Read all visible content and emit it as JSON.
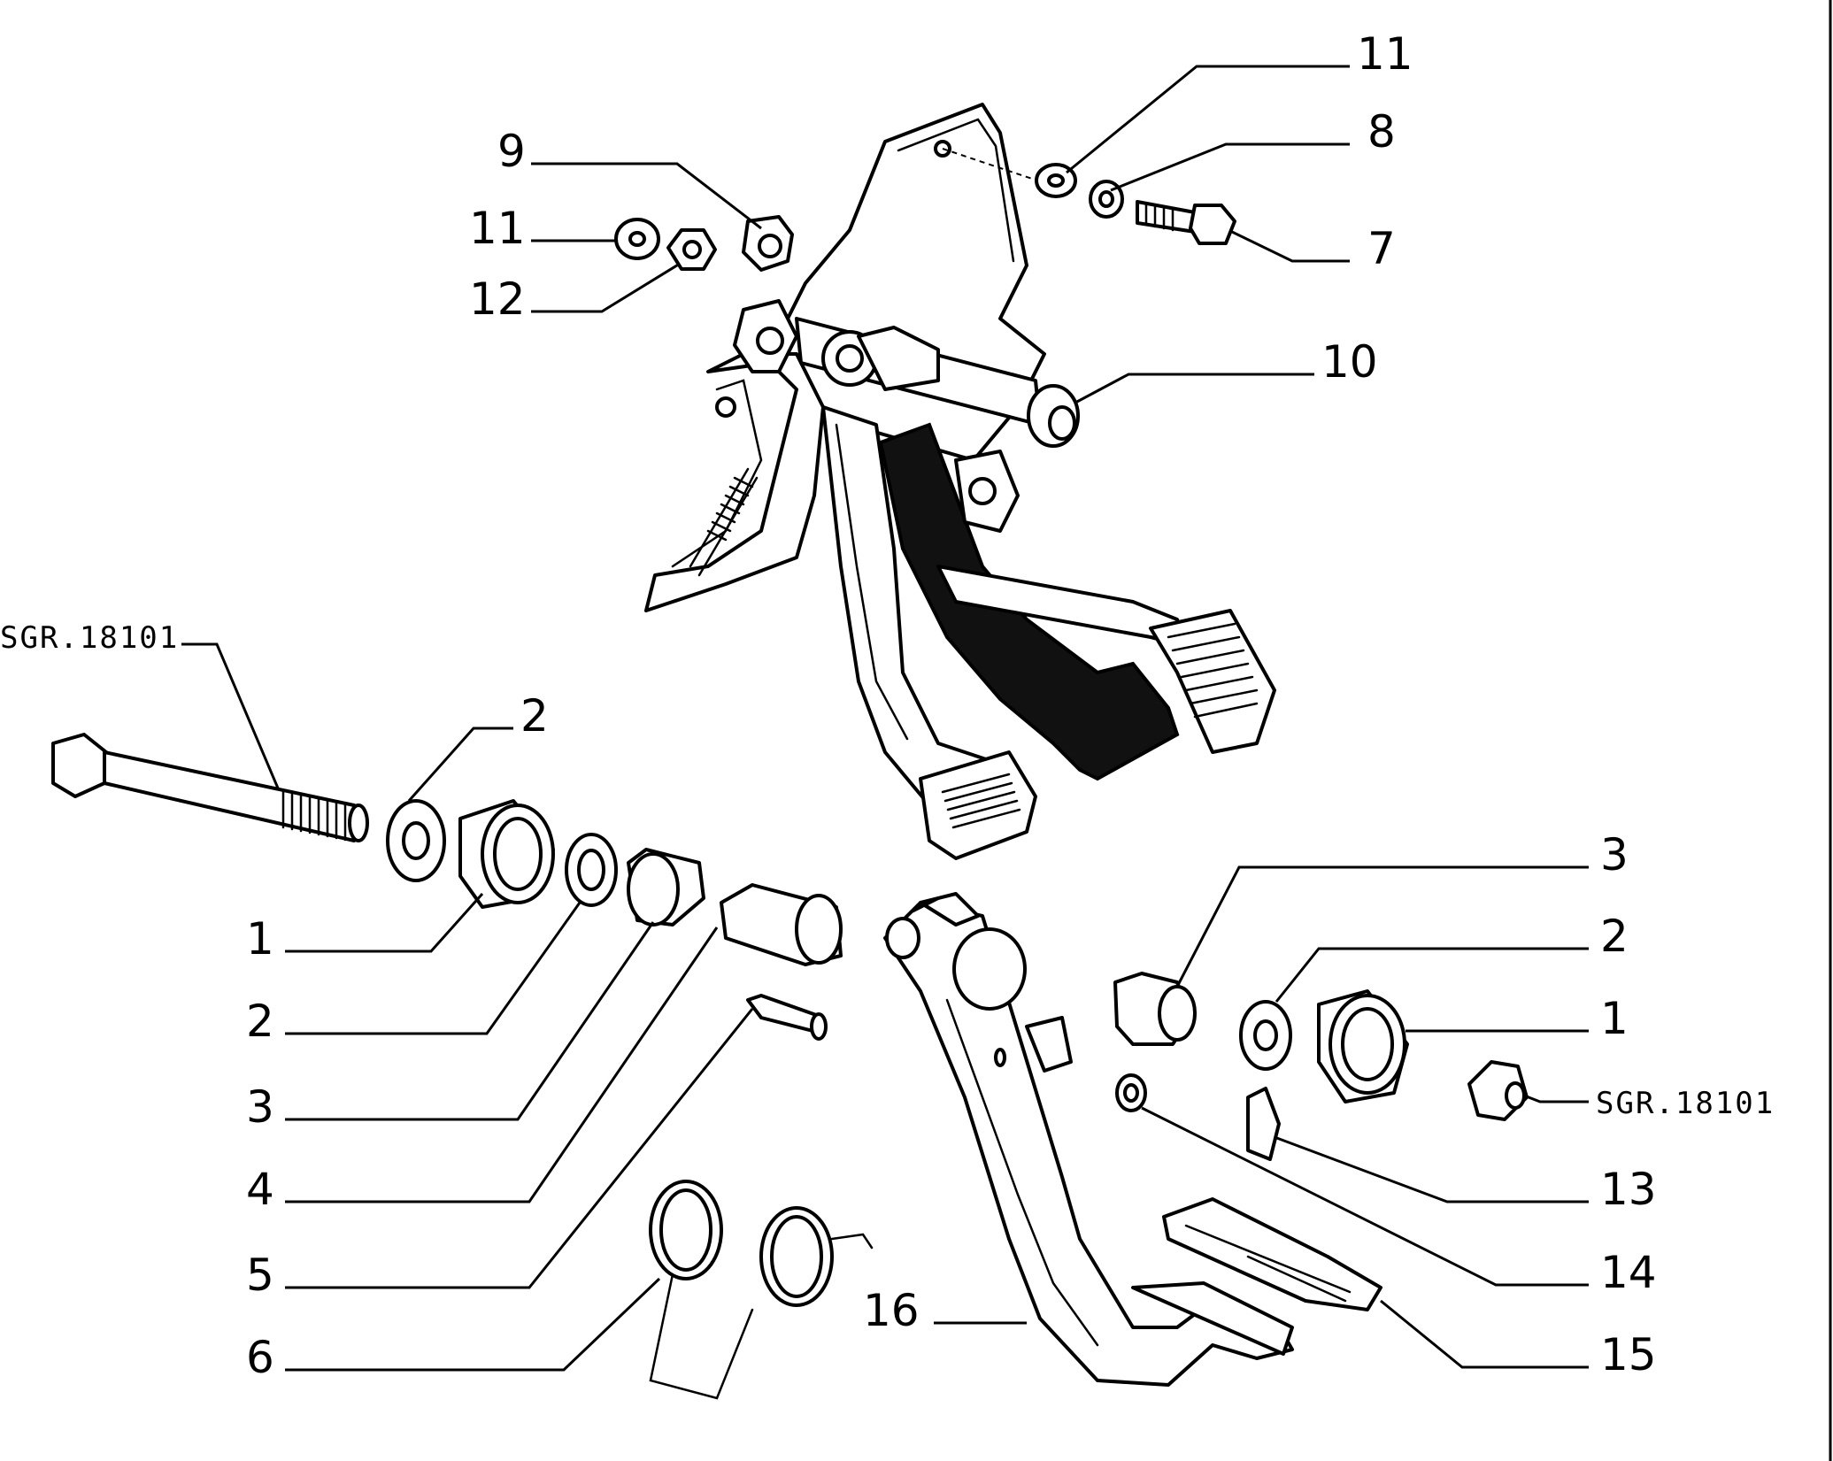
{
  "diagram": {
    "labels": [
      {
        "id": "l-11-top",
        "text": "11"
      },
      {
        "id": "l-8",
        "text": "8"
      },
      {
        "id": "l-7",
        "text": "7"
      },
      {
        "id": "l-9",
        "text": "9"
      },
      {
        "id": "l-11-left",
        "text": "11"
      },
      {
        "id": "l-12",
        "text": "12"
      },
      {
        "id": "l-10",
        "text": "10"
      },
      {
        "id": "l-sgr-left",
        "text": "SGR.18101"
      },
      {
        "id": "l-2-top",
        "text": "2"
      },
      {
        "id": "l-1-left",
        "text": "1"
      },
      {
        "id": "l-2-left",
        "text": "2"
      },
      {
        "id": "l-3-left",
        "text": "3"
      },
      {
        "id": "l-4",
        "text": "4"
      },
      {
        "id": "l-5",
        "text": "5"
      },
      {
        "id": "l-6",
        "text": "6"
      },
      {
        "id": "l-16",
        "text": "16"
      },
      {
        "id": "l-3-right",
        "text": "3"
      },
      {
        "id": "l-2-right",
        "text": "2"
      },
      {
        "id": "l-1-right",
        "text": "1"
      },
      {
        "id": "l-sgr-right",
        "text": "SGR.18101"
      },
      {
        "id": "l-13",
        "text": "13"
      },
      {
        "id": "l-14",
        "text": "14"
      },
      {
        "id": "l-15",
        "text": "15"
      }
    ]
  }
}
